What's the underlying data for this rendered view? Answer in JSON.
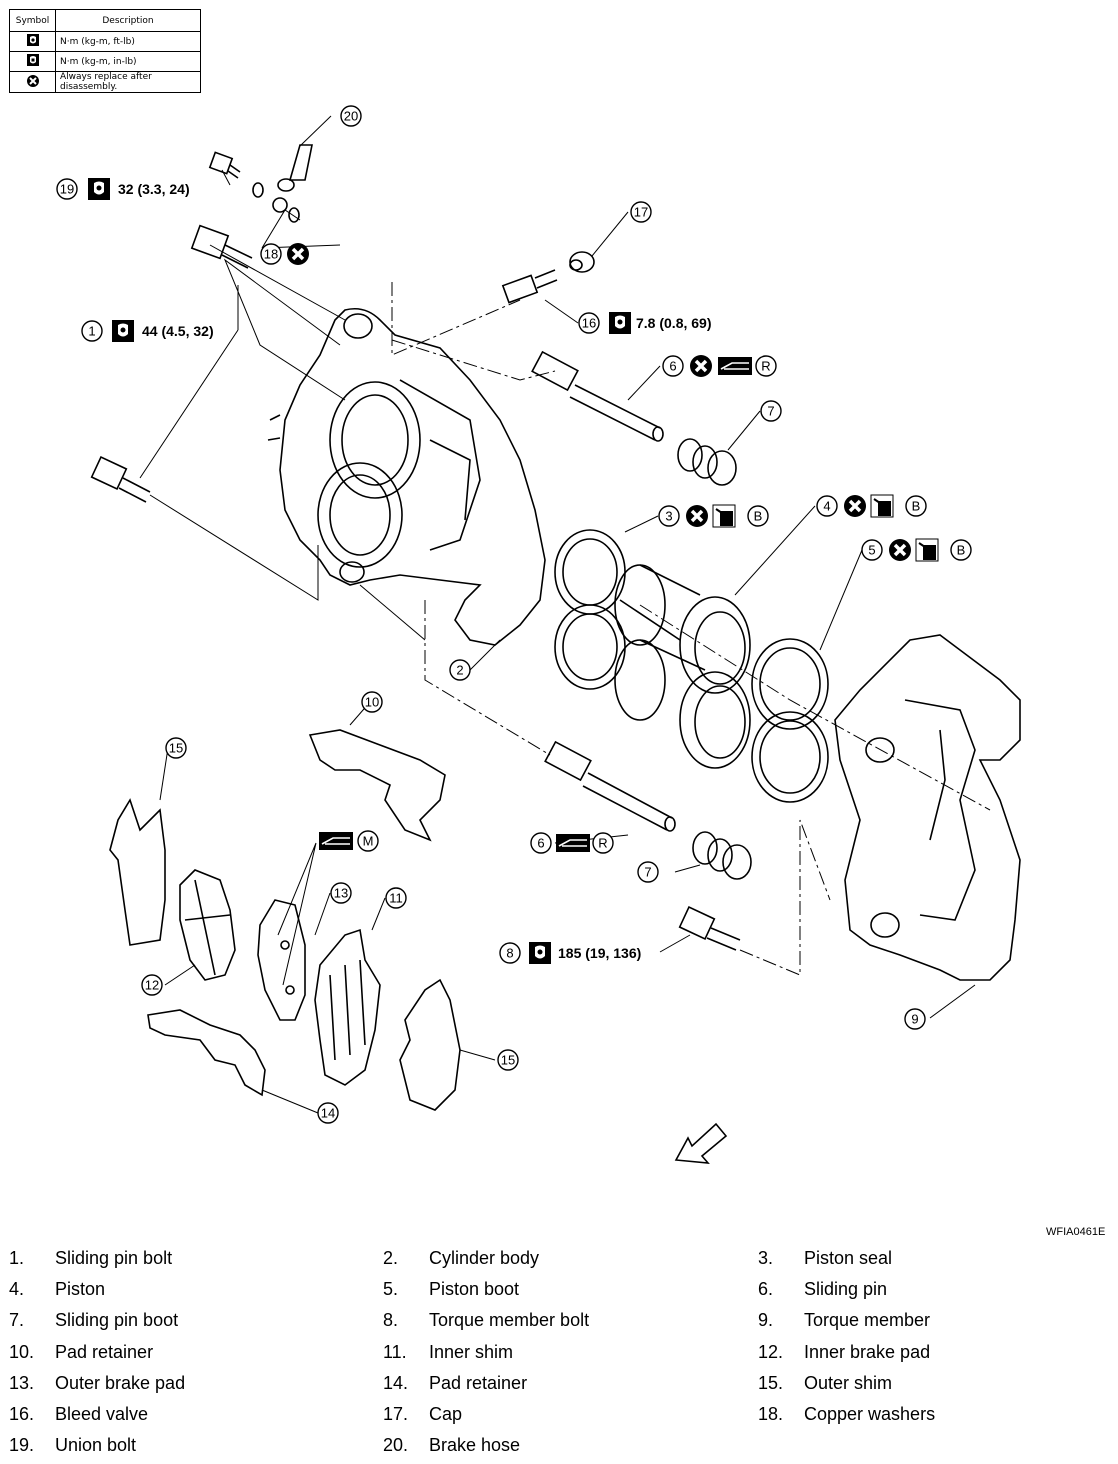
{
  "legend": {
    "header_symbol": "Symbol",
    "header_description": "Description",
    "rows": [
      {
        "icon": "torque-wrench-icon",
        "description": "N·m (kg-m, ft-lb)"
      },
      {
        "icon": "torque-wrench-small-icon",
        "description": "N·m (kg-m, in-lb)"
      },
      {
        "icon": "replace-x-icon",
        "description": "Always replace after disassembly."
      }
    ]
  },
  "callouts": {
    "c1_spec": "44 (4.5, 32)",
    "c8_spec": "185 (19, 136)",
    "c16_spec": "7.8 (0.8, 69)",
    "c19_spec": "32 (3.3, 24)",
    "mark_r": "R",
    "mark_b": "B",
    "mark_m": "M"
  },
  "figure_id": "WFIA0461E",
  "parts": [
    {
      "num": "1.",
      "name": "Sliding pin bolt"
    },
    {
      "num": "2.",
      "name": "Cylinder body"
    },
    {
      "num": "3.",
      "name": "Piston seal"
    },
    {
      "num": "4.",
      "name": "Piston"
    },
    {
      "num": "5.",
      "name": "Piston boot"
    },
    {
      "num": "6.",
      "name": "Sliding pin"
    },
    {
      "num": "7.",
      "name": "Sliding pin boot"
    },
    {
      "num": "8.",
      "name": "Torque member bolt"
    },
    {
      "num": "9.",
      "name": "Torque member"
    },
    {
      "num": "10.",
      "name": "Pad retainer"
    },
    {
      "num": "11.",
      "name": "Inner shim"
    },
    {
      "num": "12.",
      "name": "Inner brake pad"
    },
    {
      "num": "13.",
      "name": "Outer brake pad"
    },
    {
      "num": "14.",
      "name": "Pad retainer"
    },
    {
      "num": "15.",
      "name": "Outer shim"
    },
    {
      "num": "16.",
      "name": "Bleed valve"
    },
    {
      "num": "17.",
      "name": "Cap"
    },
    {
      "num": "18.",
      "name": "Copper washers"
    },
    {
      "num": "19.",
      "name": "Union bolt"
    },
    {
      "num": "20.",
      "name": "Brake hose"
    }
  ]
}
